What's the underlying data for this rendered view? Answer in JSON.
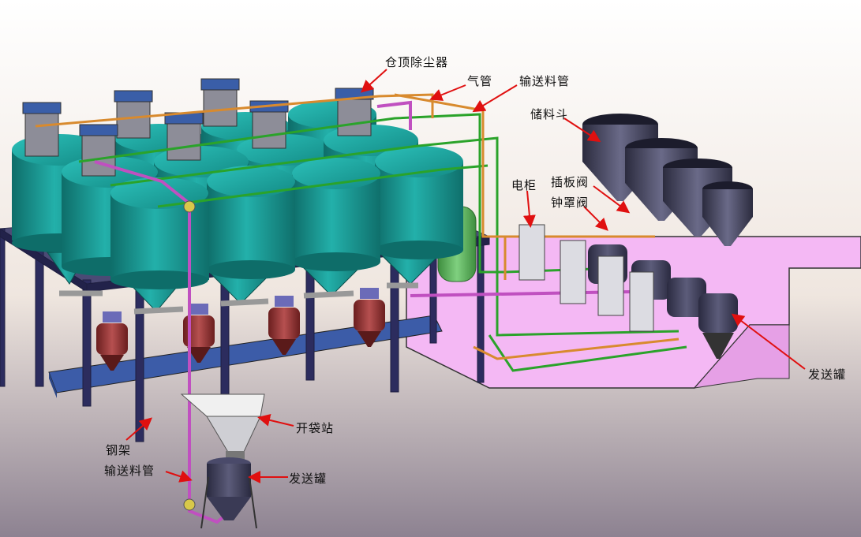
{
  "labels": {
    "dust_collector": "仓顶除尘器",
    "air_pipe": "气管",
    "convey_pipe_top": "输送料管",
    "storage_hopper": "储料斗",
    "electric_cabinet": "电柜",
    "gate_valve": "插板阀",
    "bell_valve": "钟罩阀",
    "steel_frame": "钢架",
    "convey_pipe_bottom": "输送料管",
    "bag_station": "开袋站",
    "send_tank_bottom": "发送罐",
    "send_tank_right": "发送罐"
  },
  "colors": {
    "silo": "#1f9e99",
    "silo_dark": "#12706c",
    "steel": "#2c2c5e",
    "floor_pink": "#f2b6f2",
    "pipe_green": "#2aa32a",
    "pipe_orange": "#d88a2e",
    "pipe_purple": "#c050c0",
    "arrow_red": "#e01010"
  }
}
